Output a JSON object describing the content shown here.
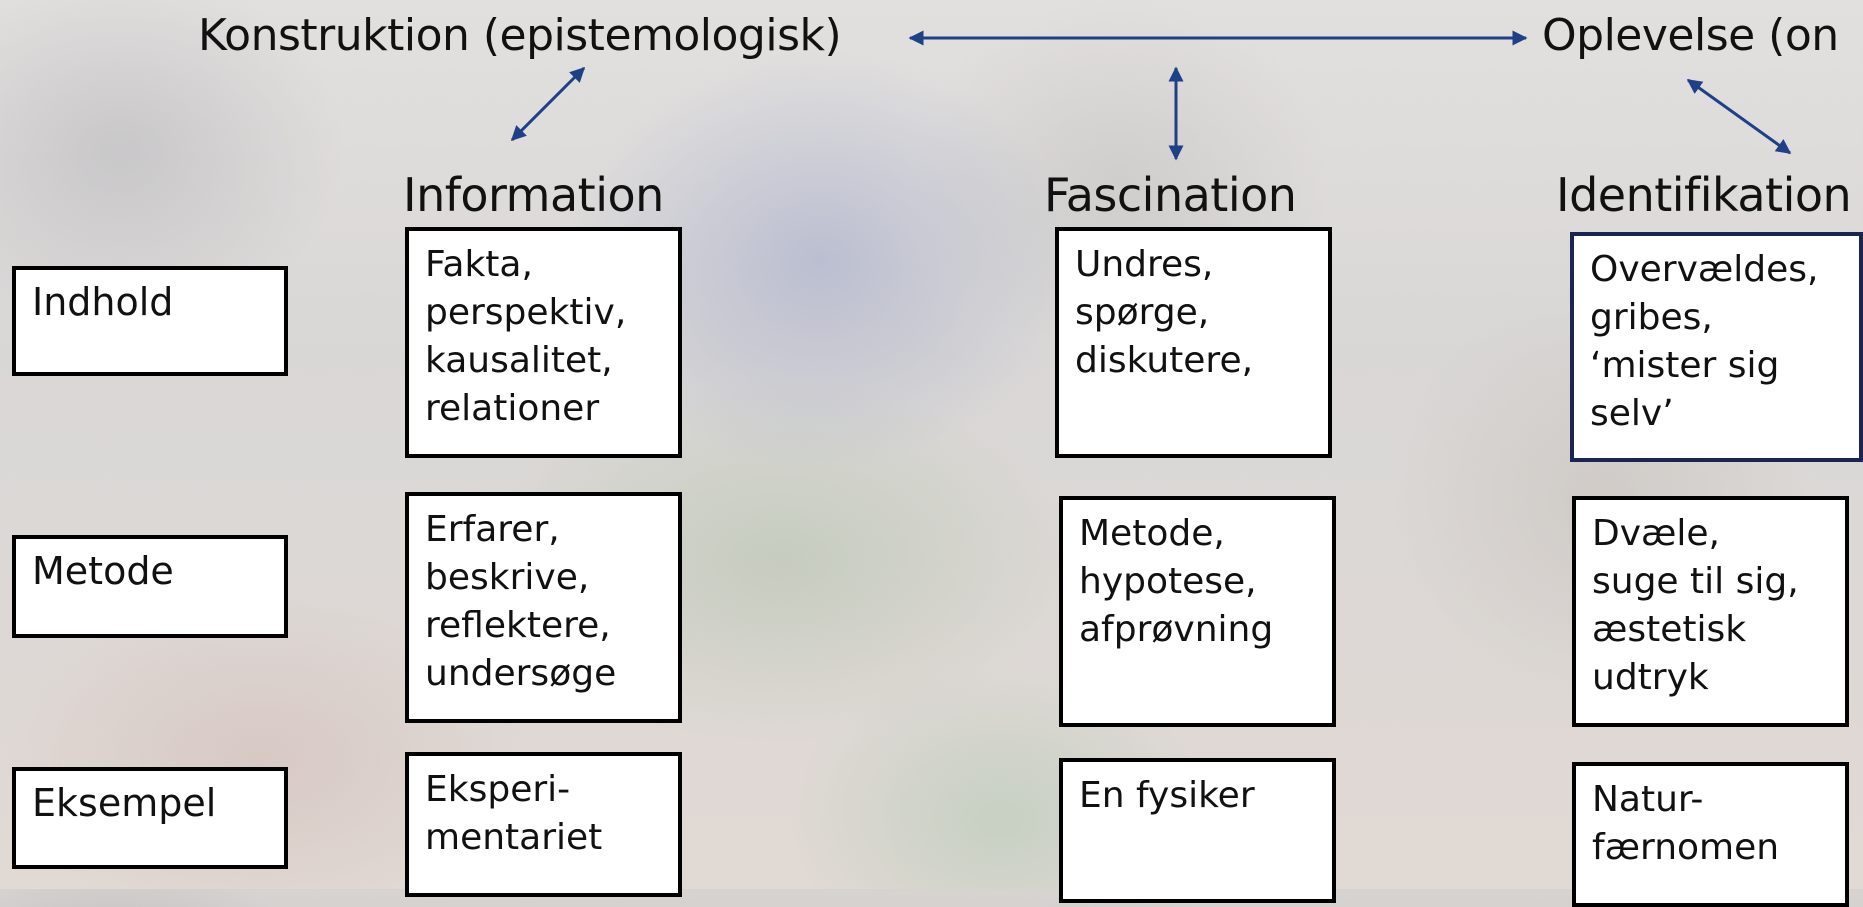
{
  "headings": {
    "left": "Konstruktion (epistemologisk)",
    "right": "Oplevelse (on"
  },
  "columns": [
    "Information",
    "Fascination",
    "Identifikation"
  ],
  "rows": [
    "Indhold",
    "Metode",
    "Eksempel"
  ],
  "cells": {
    "information": {
      "indhold": [
        "Fakta,",
        "perspektiv,",
        "kausalitet,",
        "relationer"
      ],
      "metode": [
        "Erfarer,",
        "beskrive,",
        "reflektere,",
        "undersøge"
      ],
      "eksempel": [
        "Eksperi-",
        "mentariet"
      ]
    },
    "fascination": {
      "indhold": [
        "Undres,",
        "spørge,",
        "diskutere,"
      ],
      "metode": [
        "Metode,",
        "hypotese,",
        "afprøvning"
      ],
      "eksempel": [
        "En fysiker"
      ]
    },
    "identifikation": {
      "indhold": [
        "Overvældes,",
        "gribes,",
        "‘mister sig",
        "selv’"
      ],
      "metode": [
        "Dvæle,",
        "suge til sig,",
        "æstetisk",
        "udtryk"
      ],
      "eksempel": [
        "Natur-",
        "færnomen"
      ]
    }
  },
  "colors": {
    "arrow": "#1f3f86",
    "box_border": "#000000",
    "box_border_alt": "#1b2550"
  }
}
